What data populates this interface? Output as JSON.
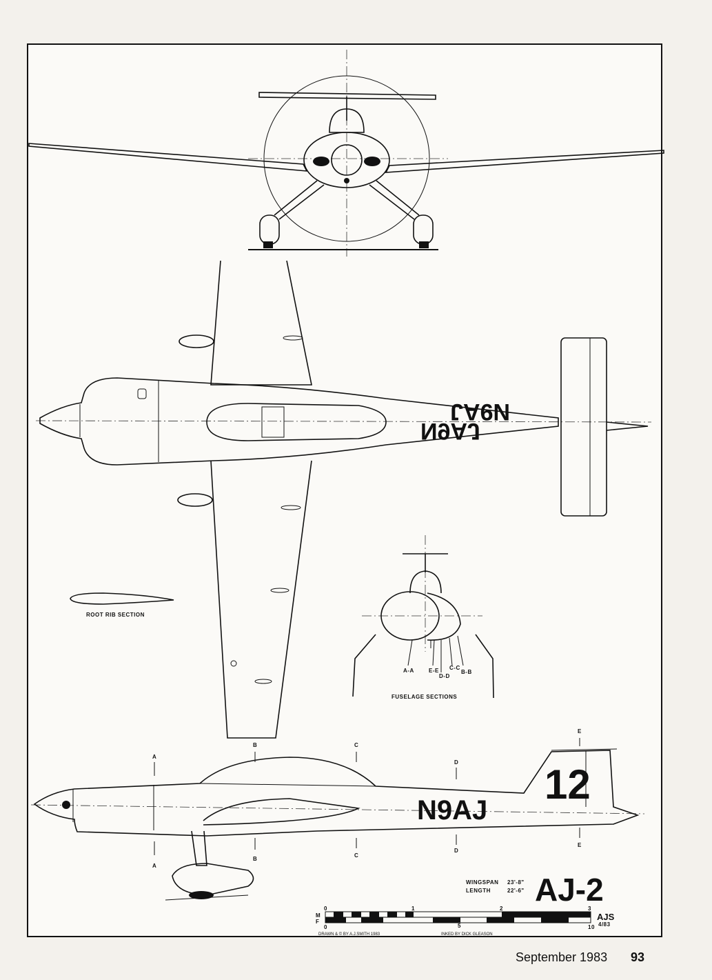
{
  "drawing": {
    "registration": "N9AJ",
    "race_number": "12",
    "root_rib_label": "ROOT RIB SECTION",
    "fuselage_sections_label": "FUSELAGE SECTIONS",
    "section_labels": [
      "A-A",
      "E-E",
      "D-D",
      "C-C",
      "B-B"
    ],
    "station_letters": [
      "A",
      "B",
      "C",
      "D",
      "E"
    ],
    "wingspan_label": "WINGSPAN",
    "wingspan_value": "23'-8\"",
    "length_label": "LENGTH",
    "length_value": "22'-6\"",
    "model_name": "AJ-2",
    "scale": {
      "units": [
        "M",
        "F"
      ],
      "meter_ticks": [
        "0",
        "1",
        "2",
        "3"
      ],
      "foot_ticks": [
        "0",
        "5",
        "10"
      ]
    },
    "initials": "AJS",
    "initials_date": "4/83",
    "drawn_credit": "DRAWN & © BY A.J.SMITH 1983",
    "inked_credit": "INKED BY DICK GLEASON"
  },
  "footer": {
    "issue_date": "September 1983",
    "page_number": "93"
  }
}
